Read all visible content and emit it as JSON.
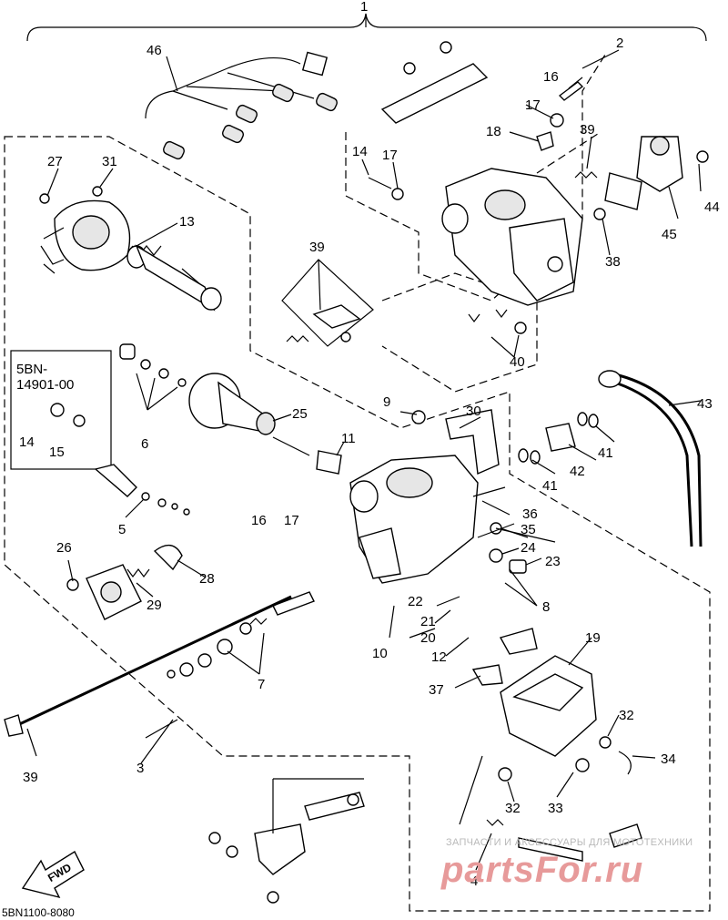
{
  "callouts": {
    "c1": "1",
    "c2": "2",
    "c3": "3",
    "c4": "4",
    "c5": "5",
    "c6": "6",
    "c7": "7",
    "c8": "8",
    "c9": "9",
    "c10": "10",
    "c11": "11",
    "c12": "12",
    "c13": "13",
    "c14a": "14",
    "c14b": "14",
    "c15": "15",
    "c16a": "16",
    "c16b": "16",
    "c17a": "17",
    "c17b": "17",
    "c18": "18",
    "c19": "19",
    "c20": "20",
    "c21": "21",
    "c22": "22",
    "c23": "23",
    "c24": "24",
    "c25": "25",
    "c26": "26",
    "c27": "27",
    "c28": "28",
    "c29": "29",
    "c30": "30",
    "c31": "31",
    "c32a": "32",
    "c32b": "32",
    "c33": "33",
    "c34": "34",
    "c35": "35",
    "c36": "36",
    "c37": "37",
    "c38": "38",
    "c39a": "39",
    "c39b": "39",
    "c39c": "39",
    "c40": "40",
    "c41a": "41",
    "c41b": "41",
    "c42": "42",
    "c43": "43",
    "c44": "44",
    "c45": "45",
    "c46": "46"
  },
  "kit_box": {
    "line1": "5BN-",
    "line2": "14901-00"
  },
  "fwd_label": "FWD",
  "diagram_code": "5BN1100-8080",
  "watermark": {
    "caption": "ЗАПЧАСТИ И АКСЕССУАРЫ ДЛЯ МОТОТЕХНИКИ",
    "logo": "partsFor.ru"
  }
}
